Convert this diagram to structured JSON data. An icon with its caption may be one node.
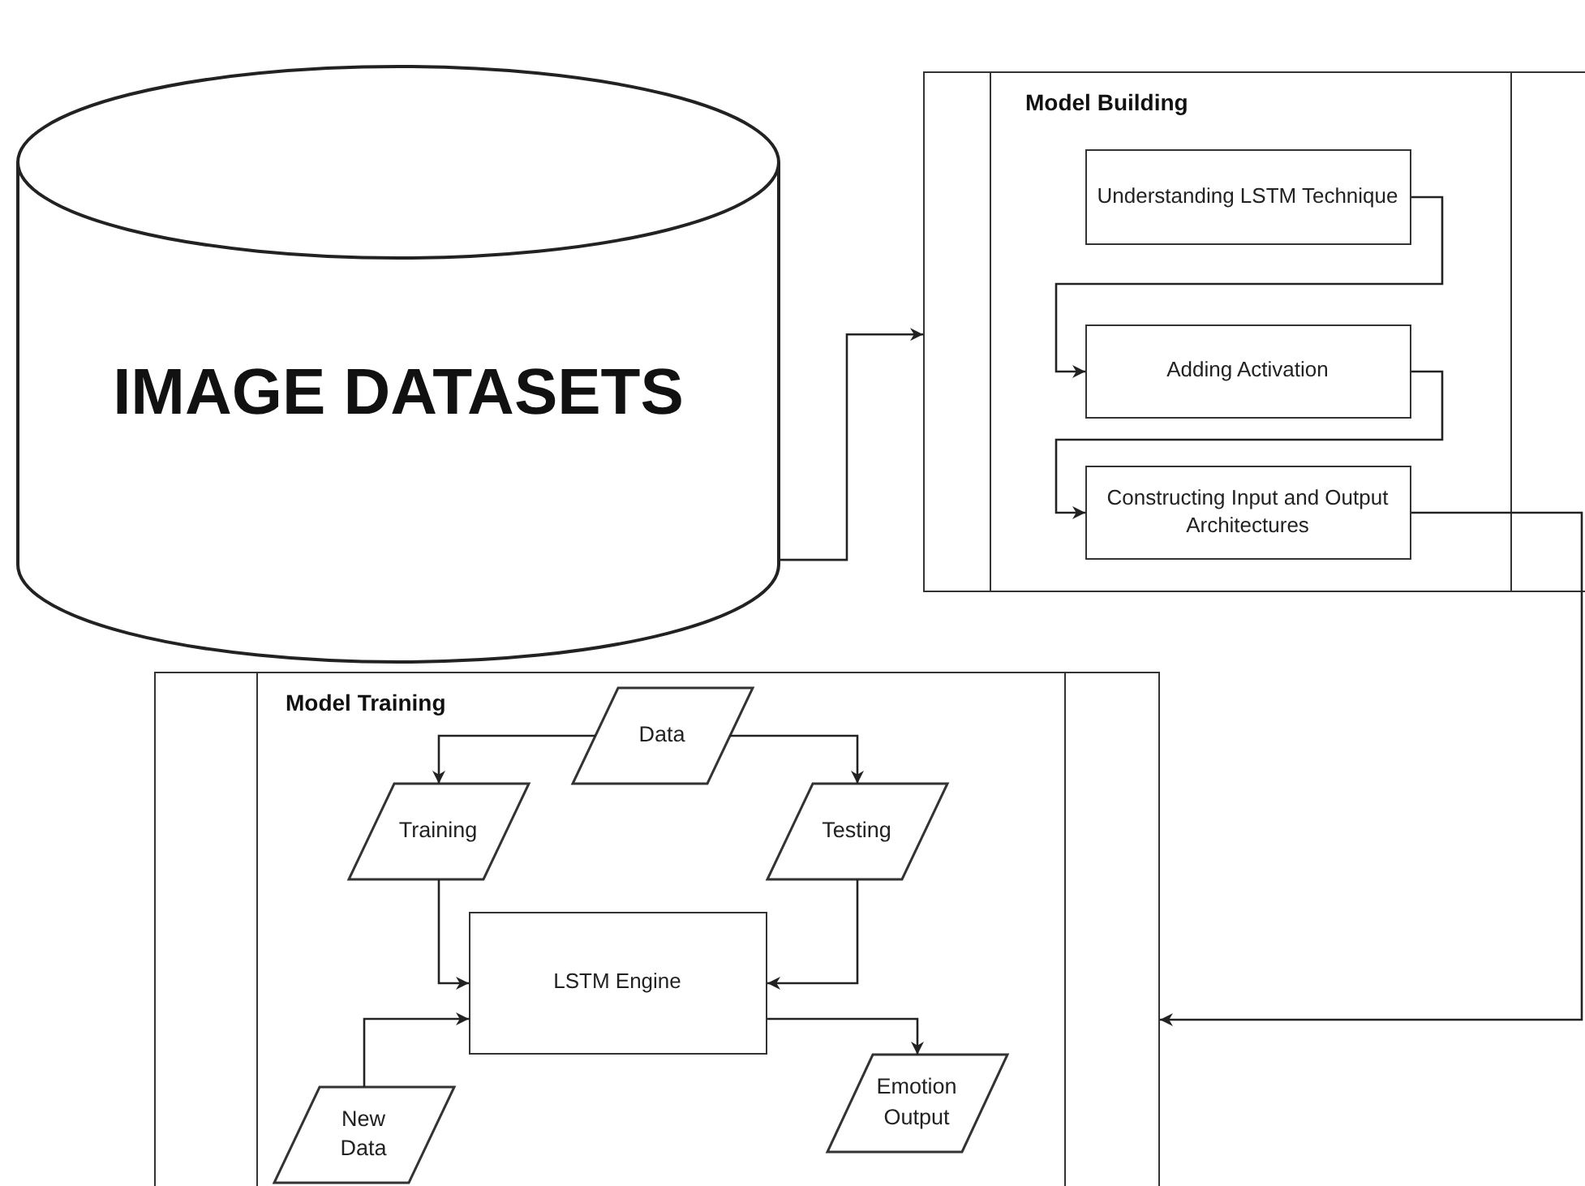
{
  "diagram": {
    "nodes": [
      {
        "text": [
          "IMAGE DATASETS"
        ]
      },
      {
        "text": [
          "Model Building"
        ]
      },
      {
        "text": [
          "Understanding LSTM Technique"
        ],
        "in": 1
      },
      {
        "text": [
          "Adding Activation"
        ],
        "in": 1
      },
      {
        "text": [
          "Constructing Input and Output Architectures"
        ],
        "in": 1
      },
      {
        "text": [
          "Model Training"
        ]
      },
      {
        "text": [
          "Data"
        ],
        "in": 5
      },
      {
        "text": [
          "Training"
        ],
        "in": 5
      },
      {
        "text": [
          "Testing"
        ],
        "in": 5
      },
      {
        "text": [
          "LSTM Engine"
        ],
        "in": 5
      },
      {
        "text": [
          "New Data"
        ],
        "in": 5
      },
      {
        "text": [
          "Emotion Output"
        ],
        "in": 5
      }
    ],
    "edges": [
      {
        "from": 0,
        "to": 1,
        "arrow": "to"
      },
      {
        "from": 2,
        "to": 3,
        "arrow": "to"
      },
      {
        "from": 3,
        "to": 4,
        "arrow": "to"
      },
      {
        "from": 4,
        "to": 5,
        "arrow": "to"
      },
      {
        "from": 6,
        "to": 7,
        "arrow": "to"
      },
      {
        "from": 6,
        "to": 8,
        "arrow": "to"
      },
      {
        "from": 7,
        "to": 9,
        "arrow": "to"
      },
      {
        "from": 8,
        "to": 9,
        "arrow": "to"
      },
      {
        "from": 10,
        "to": 9,
        "arrow": "to"
      },
      {
        "from": 9,
        "to": 11,
        "arrow": "to"
      }
    ]
  }
}
